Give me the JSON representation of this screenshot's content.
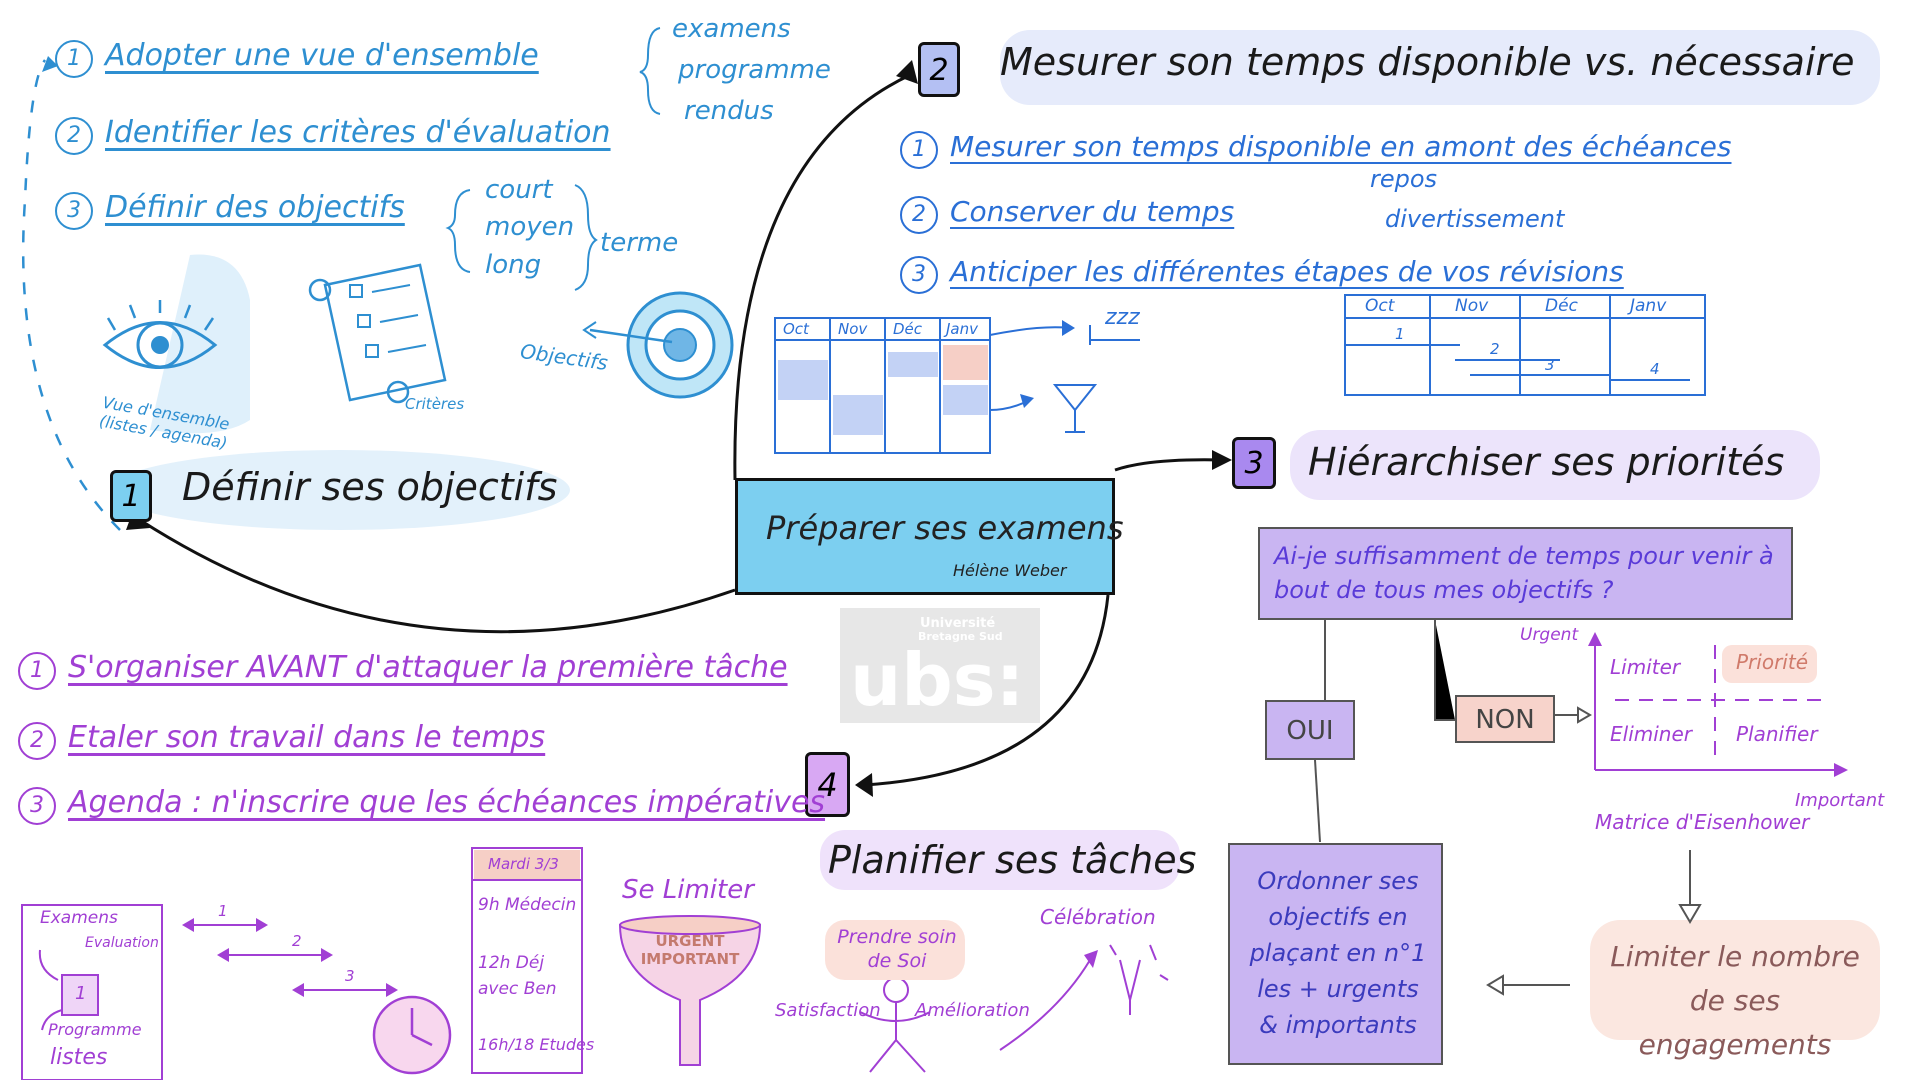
{
  "colors": {
    "blue": "#2e8fd1",
    "dark_blue": "#2a6fd6",
    "purple": "#a13fd4",
    "lavender": "#c9b5f2",
    "light_blue": "#7ccff0",
    "peach": "#f7d3cb"
  },
  "center": {
    "title": "Préparer ses examens",
    "author": "Hélène Weber"
  },
  "logo": {
    "line1": "Université",
    "line2": "Bretagne Sud",
    "mark": "ubs:"
  },
  "section1": {
    "number": "1",
    "title": "Définir ses objectifs",
    "items": [
      {
        "num": "1",
        "text": "Adopter une vue d'ensemble"
      },
      {
        "num": "2",
        "text": "Identifier les critères d'évaluation"
      },
      {
        "num": "3",
        "text": "Définir des objectifs"
      }
    ],
    "overview_list": [
      "examens",
      "programme",
      "rendus"
    ],
    "terms": [
      "court",
      "moyen",
      "long"
    ],
    "terms_suffix": "terme",
    "eye_caption": "Vue d'ensemble (listes / agenda)",
    "scroll_caption": "Critères",
    "target_caption": "Objectifs"
  },
  "section2": {
    "number": "2",
    "title": "Mesurer son temps disponible vs. nécessaire",
    "items": [
      {
        "num": "1",
        "text": "Mesurer son temps disponible en amont des échéances"
      },
      {
        "num": "2",
        "text": "Conserver du temps"
      },
      {
        "num": "3",
        "text": "Anticiper les différentes étapes de vos révisions"
      }
    ],
    "keep_list": [
      "repos",
      "divertissement"
    ],
    "months": [
      "Oct",
      "Nov",
      "Déc",
      "Janv"
    ],
    "steps": [
      "1",
      "2",
      "3",
      "4"
    ],
    "sleep": "zzz"
  },
  "section3": {
    "number": "3",
    "title": "Hiérarchiser ses priorités",
    "question": "Ai-je suffisamment de temps pour venir à bout de tous mes objectifs ?",
    "yes": "OUI",
    "no": "NON",
    "matrix": {
      "cells": [
        "Limiter",
        "Priorité",
        "Eliminer",
        "Planifier"
      ],
      "y_axis": "Urgent",
      "x_axis": "Important",
      "caption": "Matrice d'Eisenhower"
    },
    "order": "Ordonner ses objectifs en plaçant en n°1 les + urgents & importants",
    "limit": "Limiter le nombre de ses engagements"
  },
  "section4": {
    "number": "4",
    "title": "Planifier ses tâches",
    "care": "Prendre soin de Soi",
    "satisfaction": "Satisfaction",
    "improvement": "Amélioration",
    "celebration": "Célébration"
  },
  "section5": {
    "items": [
      {
        "num": "1",
        "text": "S'organiser AVANT d'attaquer la première tâche"
      },
      {
        "num": "2",
        "text": "Etaler son travail dans le temps"
      },
      {
        "num": "3",
        "text": "Agenda : n'inscrire que les échéances impératives"
      }
    ],
    "card": {
      "exams": "Examens",
      "eval": "Evaluation",
      "num": "1",
      "program": "Programme",
      "lists": "listes"
    },
    "step_labels": [
      "1",
      "2",
      "3"
    ],
    "agenda": {
      "header": "Mardi 3/3",
      "e1": "9h Médecin",
      "e2": "12h Déj avec Ben",
      "e3": "16h/18 Etudes"
    },
    "limit_title": "Se Limiter",
    "funnel_text": "URGENT IMPORTANT"
  }
}
